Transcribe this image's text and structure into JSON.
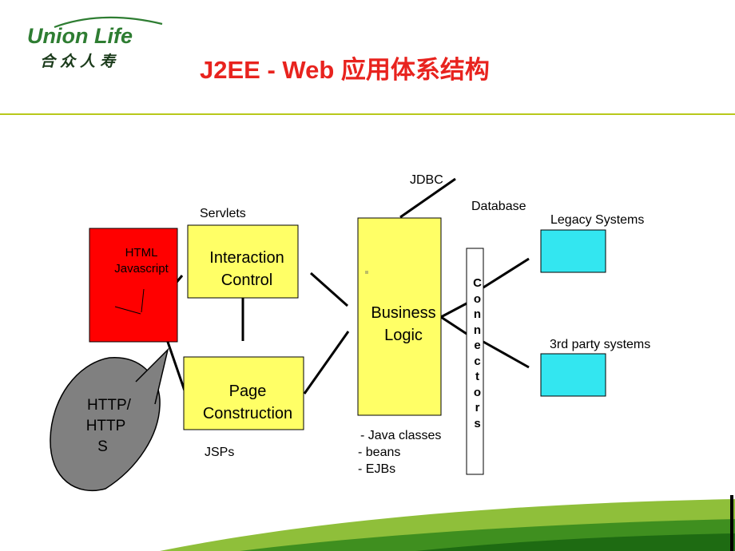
{
  "header": {
    "logo_en": "Union Life",
    "logo_cn": "合众人寿",
    "title": "J2EE - Web 应用体系结构"
  },
  "diagram": {
    "client": {
      "line1": "HTML",
      "line2": "Javascript"
    },
    "bubble": {
      "line1": "HTTP/",
      "line2": "HTTP",
      "line3": "S"
    },
    "interaction": {
      "line1": "Interaction",
      "line2": "Control",
      "caption": "Servlets"
    },
    "page": {
      "line1": "Page",
      "line2": "Construction",
      "caption": "JSPs"
    },
    "business": {
      "line1": "Business",
      "line2": "Logic"
    },
    "business_notes": [
      "- Java classes",
      "- beans",
      "- EJBs"
    ],
    "jdbc": "JDBC",
    "database": "Database",
    "connectors": [
      "C",
      "o",
      "n",
      "n",
      "e",
      "c",
      "t",
      "o",
      "r",
      "s"
    ],
    "legacy": "Legacy Systems",
    "third_party": "3rd party systems"
  },
  "colors": {
    "title": "#e8231e",
    "client_fill": "#ff0000",
    "component_fill": "#ffff66",
    "system_fill": "#33e6f0",
    "bubble_fill": "#808080",
    "brand_green": "#2e7d32"
  }
}
